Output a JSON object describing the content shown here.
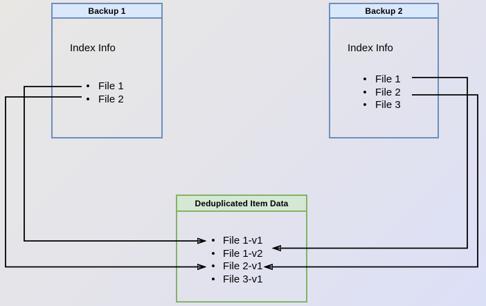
{
  "diagram": {
    "backup1": {
      "title": "Backup 1",
      "subtitle": "Index Info",
      "items": [
        "File 1",
        "File 2"
      ]
    },
    "backup2": {
      "title": "Backup 2",
      "subtitle": "Index Info",
      "items": [
        "File 1",
        "File 2",
        "File 3"
      ]
    },
    "dedup": {
      "title": "Deduplicated Item Data",
      "items": [
        "File 1-v1",
        "File 1-v2",
        "File 2-v1",
        "File 3-v1"
      ]
    },
    "connections": [
      {
        "from": "Backup 1 / File 1",
        "to": "File 1-v1"
      },
      {
        "from": "Backup 1 / File 2",
        "to": "File 2-v1"
      },
      {
        "from": "Backup 2 / File 1",
        "to": "File 1-v2"
      },
      {
        "from": "Backup 2 / File 2",
        "to": "File 2-v1"
      }
    ],
    "colors": {
      "backup_border": "#6c8ebf",
      "backup_header_fill": "#dae8fc",
      "dedup_border": "#82b366",
      "dedup_header_fill": "#d5e8d4",
      "arrow": "#000000",
      "background_start": "#e9e7e4",
      "background_end": "#dce0f7"
    }
  }
}
